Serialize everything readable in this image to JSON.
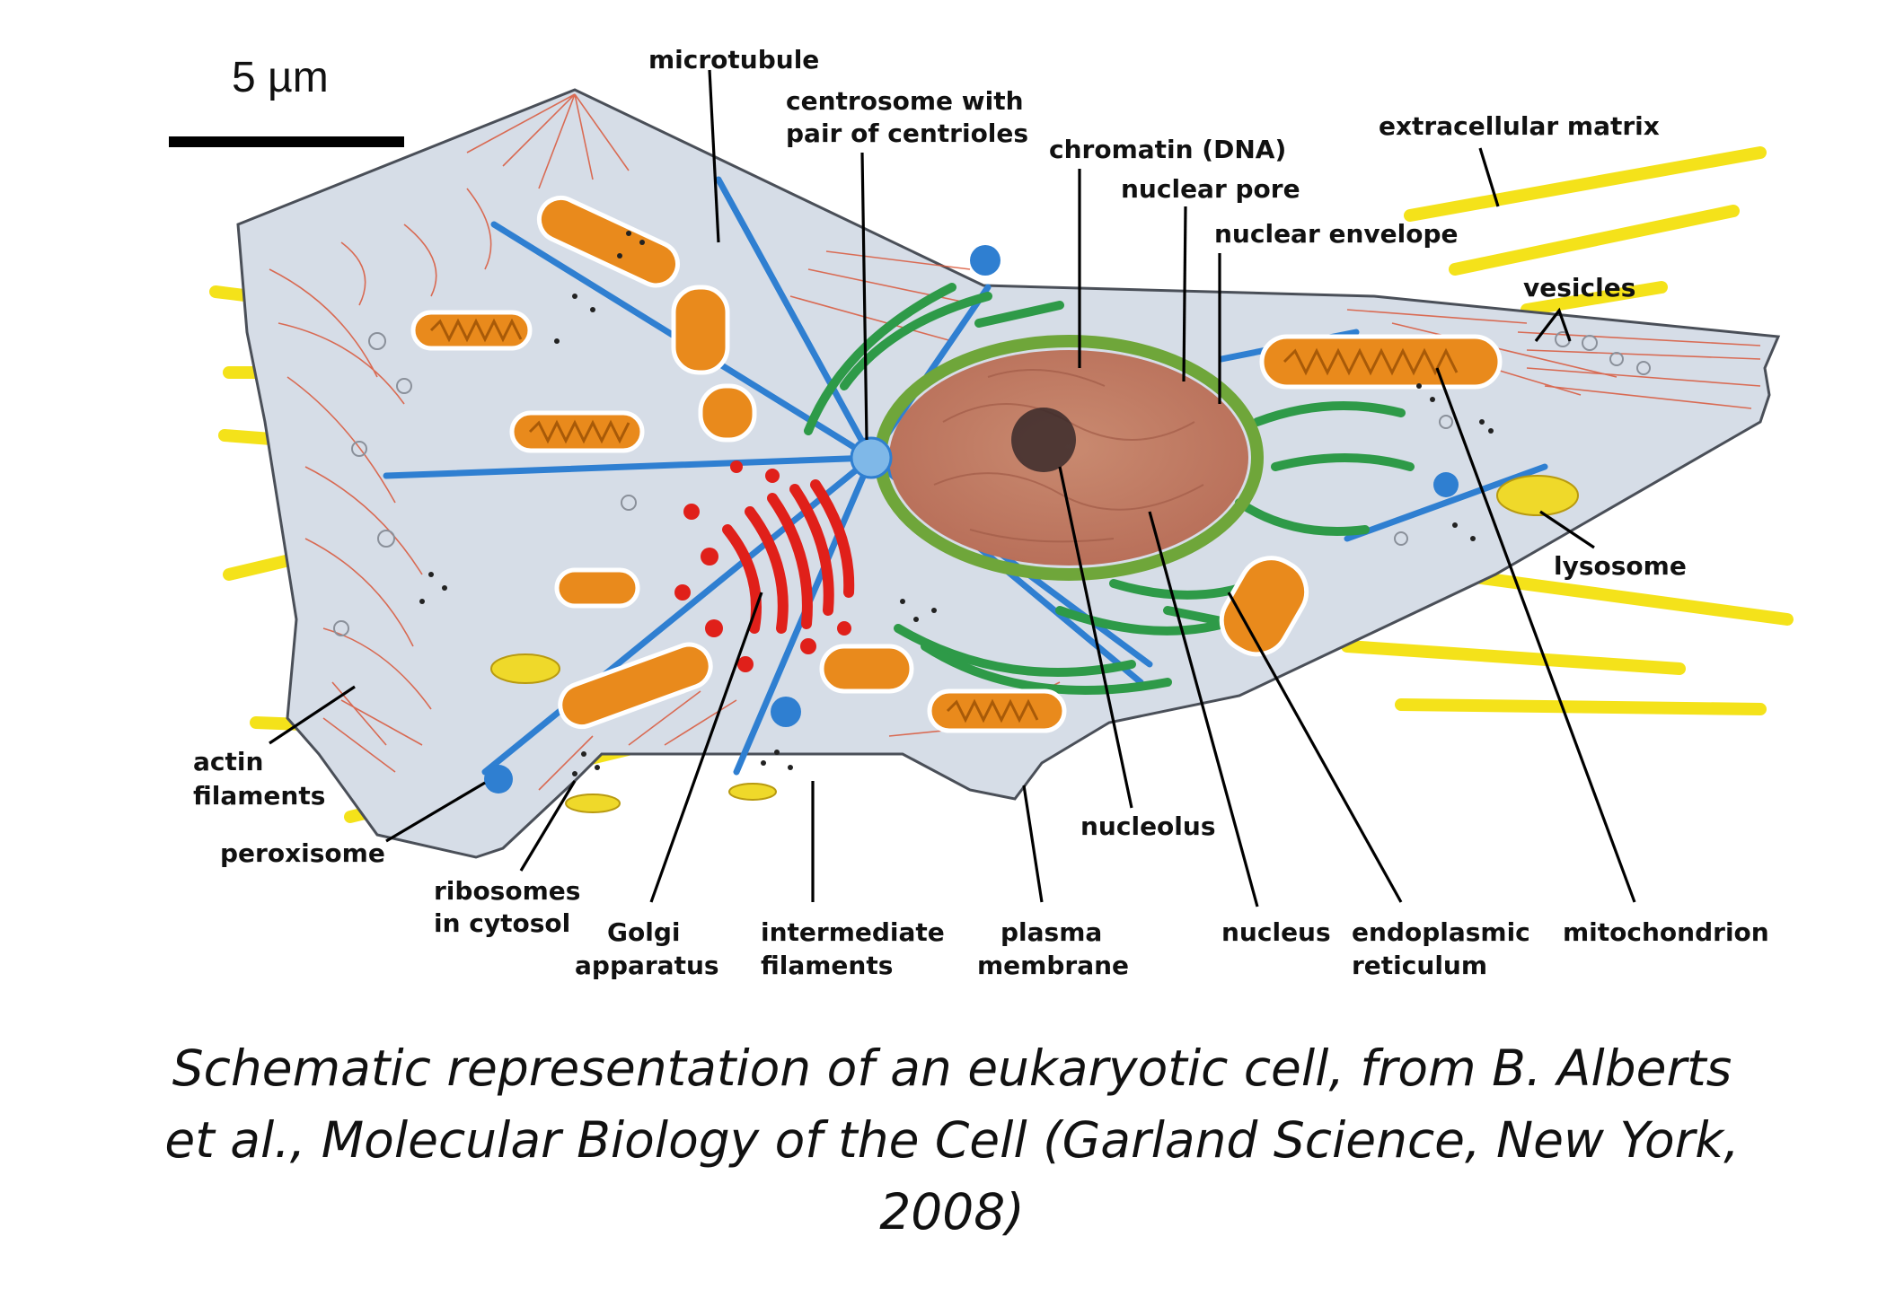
{
  "scale_bar": {
    "label": "5 µm"
  },
  "labels": {
    "microtubule": "microtubule",
    "centrosome_line1": "centrosome with",
    "centrosome_line2": "pair of centrioles",
    "chromatin": "chromatin (DNA)",
    "nuclear_pore": "nuclear pore",
    "nuclear_envelope": "nuclear envelope",
    "extracellular_matrix": "extracellular matrix",
    "vesicles": "vesicles",
    "lysosome": "lysosome",
    "actin_line1": "actin",
    "actin_line2": "filaments",
    "peroxisome": "peroxisome",
    "ribosomes_line1": "ribosomes",
    "ribosomes_line2": "in cytosol",
    "golgi_line1": "Golgi",
    "golgi_line2": "apparatus",
    "intermediate_line1": "intermediate",
    "intermediate_line2": "filaments",
    "plasma_line1": "plasma",
    "plasma_line2": "membrane",
    "nucleolus": "nucleolus",
    "nucleus": "nucleus",
    "er_line1": "endoplasmic",
    "er_line2": "reticulum",
    "mitochondrion": "mitochondrion"
  },
  "caption": {
    "line1": "Schematic representation of an eukaryotic cell, from B. Alberts",
    "line2": "et al., Molecular Biology of the Cell (Garland Science, New York,",
    "line3": "2008)"
  },
  "colors": {
    "cytoplasm": "#d6dde7",
    "matrix_fiber": "#f4e21a",
    "microtubule": "#2f7fd1",
    "actin": "#d9573a",
    "er": "#2e9a48",
    "nucleus": "#c98467",
    "golgi": "#e0201a",
    "mitochondrion": "#e98a1c",
    "lysosome": "#efd92a"
  }
}
